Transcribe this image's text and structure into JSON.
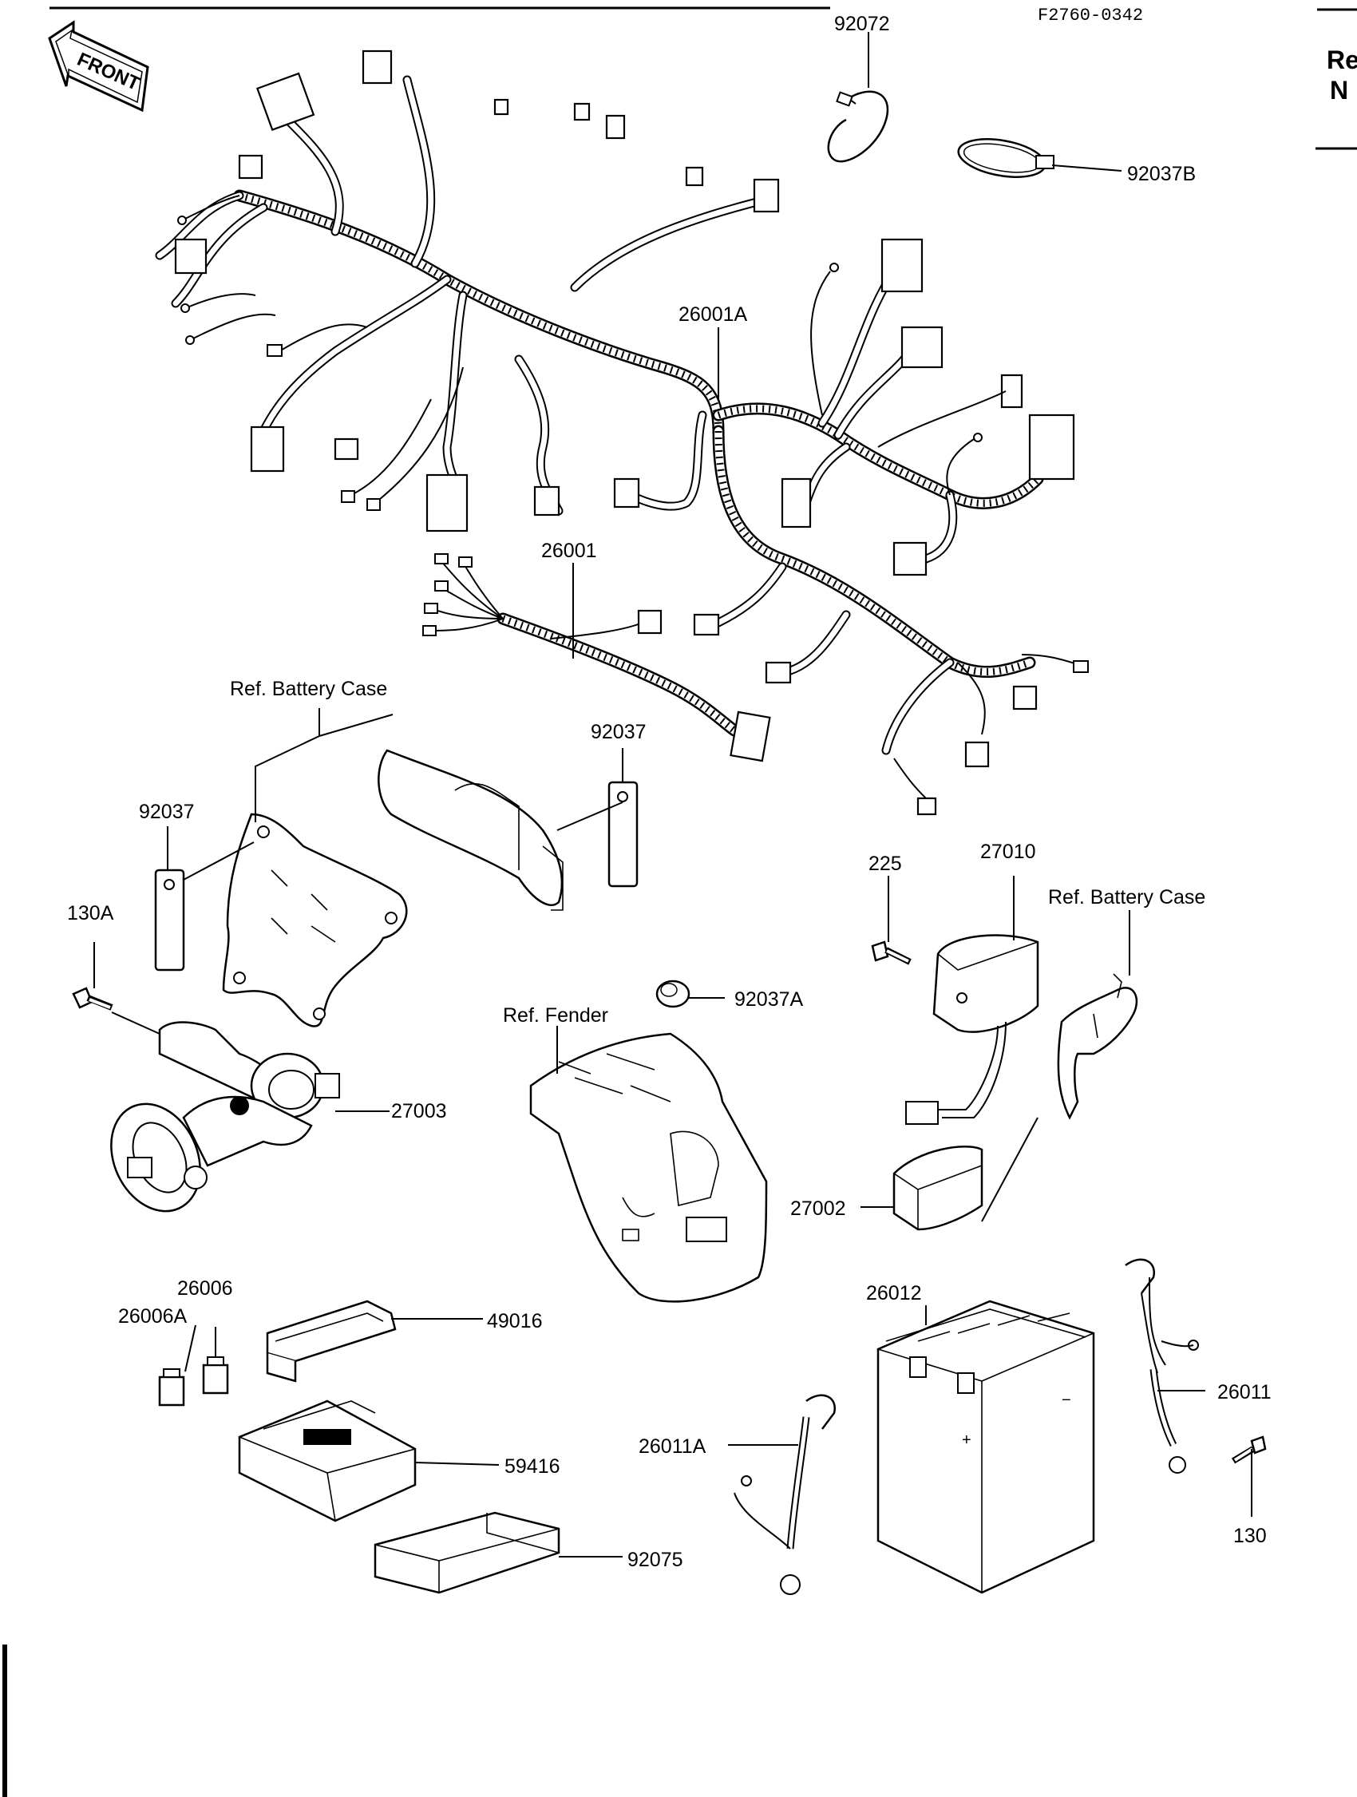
{
  "header": {
    "figure_code": "F2760-0342"
  },
  "front_arrow": {
    "label": "FRONT",
    "icon": "front-arrow-icon"
  },
  "cut_off_text": {
    "line1": "Re",
    "line2": "N"
  },
  "references": {
    "battery_case_left": "Ref. Battery Case",
    "battery_case_right": "Ref. Battery Case",
    "fender": "Ref. Fender"
  },
  "parts": {
    "p92072": "92072",
    "p92037B": "92037B",
    "p26001A": "26001A",
    "p26001": "26001",
    "p92037_right": "92037",
    "p92037_left": "92037",
    "p130A": "130A",
    "p27003": "27003",
    "p92037A": "92037A",
    "p225": "225",
    "p27010": "27010",
    "p27002": "27002",
    "p26006": "26006",
    "p26006A": "26006A",
    "p49016": "49016",
    "p59416": "59416",
    "p92075": "92075",
    "p26012": "26012",
    "p26011": "26011",
    "p26011A": "26011A",
    "p130": "130"
  }
}
